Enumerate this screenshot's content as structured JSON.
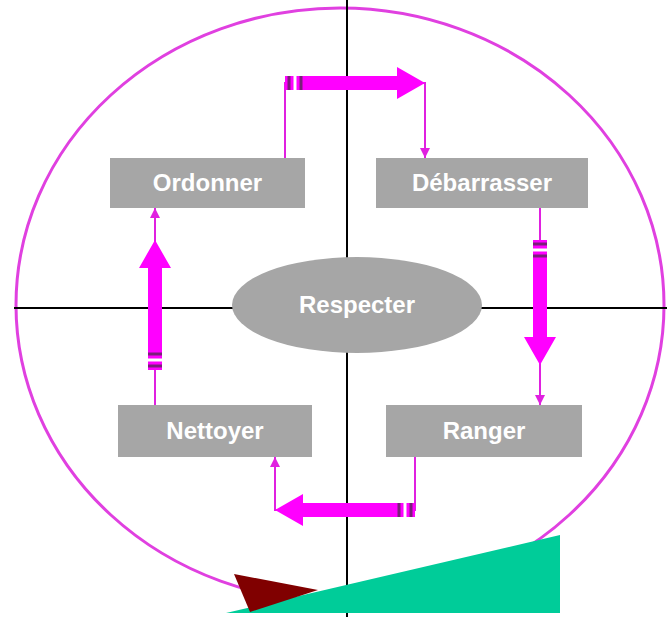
{
  "diagram": {
    "nodes": [
      {
        "text": [
          "Ordonner"
        ]
      },
      {
        "text": [
          "Débarrasser"
        ]
      },
      {
        "text": [
          "Respecter"
        ]
      },
      {
        "text": [
          "Nettoyer"
        ]
      },
      {
        "text": [
          "Ranger"
        ]
      }
    ],
    "edges": [
      {
        "from": 0,
        "to": 1,
        "arrow": "to"
      },
      {
        "from": 1,
        "to": 4,
        "arrow": "to"
      },
      {
        "from": 4,
        "to": 3,
        "arrow": "to"
      },
      {
        "from": 3,
        "to": 0,
        "arrow": "to"
      }
    ]
  }
}
